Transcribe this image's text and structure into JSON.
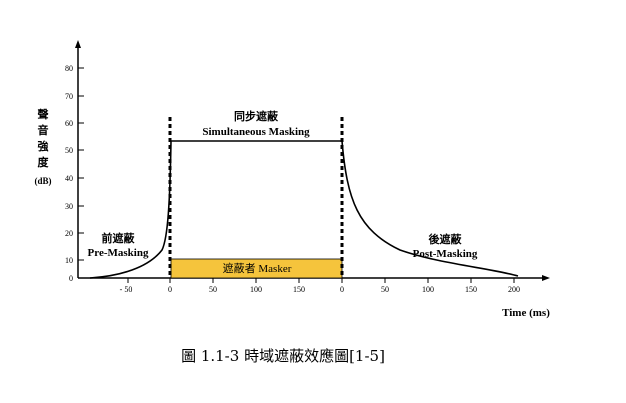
{
  "figure": {
    "y_axis": {
      "label_chars": [
        "聲",
        "音",
        "強",
        "度"
      ],
      "unit": "(dB)",
      "ticks": [
        "0",
        "10",
        "20",
        "30",
        "40",
        "50",
        "60",
        "70",
        "80"
      ]
    },
    "x_axis": {
      "label": "Time (ms)",
      "ticks_pre": [
        "- 50",
        "0"
      ],
      "ticks_sim": [
        "50",
        "100",
        "150",
        "0"
      ],
      "ticks_post": [
        "50",
        "100",
        "150",
        "200"
      ]
    },
    "regions": {
      "pre": {
        "zh": "前遮蔽",
        "en": "Pre-Masking"
      },
      "simultaneous": {
        "zh": "同步遮蔽",
        "en": "Simultaneous Masking"
      },
      "post": {
        "zh": "後遮蔽",
        "en": "Post-Masking"
      }
    },
    "masker": {
      "label": "遮蔽者 Masker",
      "color": "#f5c43c",
      "level_db": 10
    },
    "simultaneous_threshold_db": 53,
    "colors": {
      "curve": "#000000",
      "masker_fill": "#f5c43c"
    }
  },
  "caption": "圖 1.1-3  時域遮蔽效應圖[1-5]"
}
